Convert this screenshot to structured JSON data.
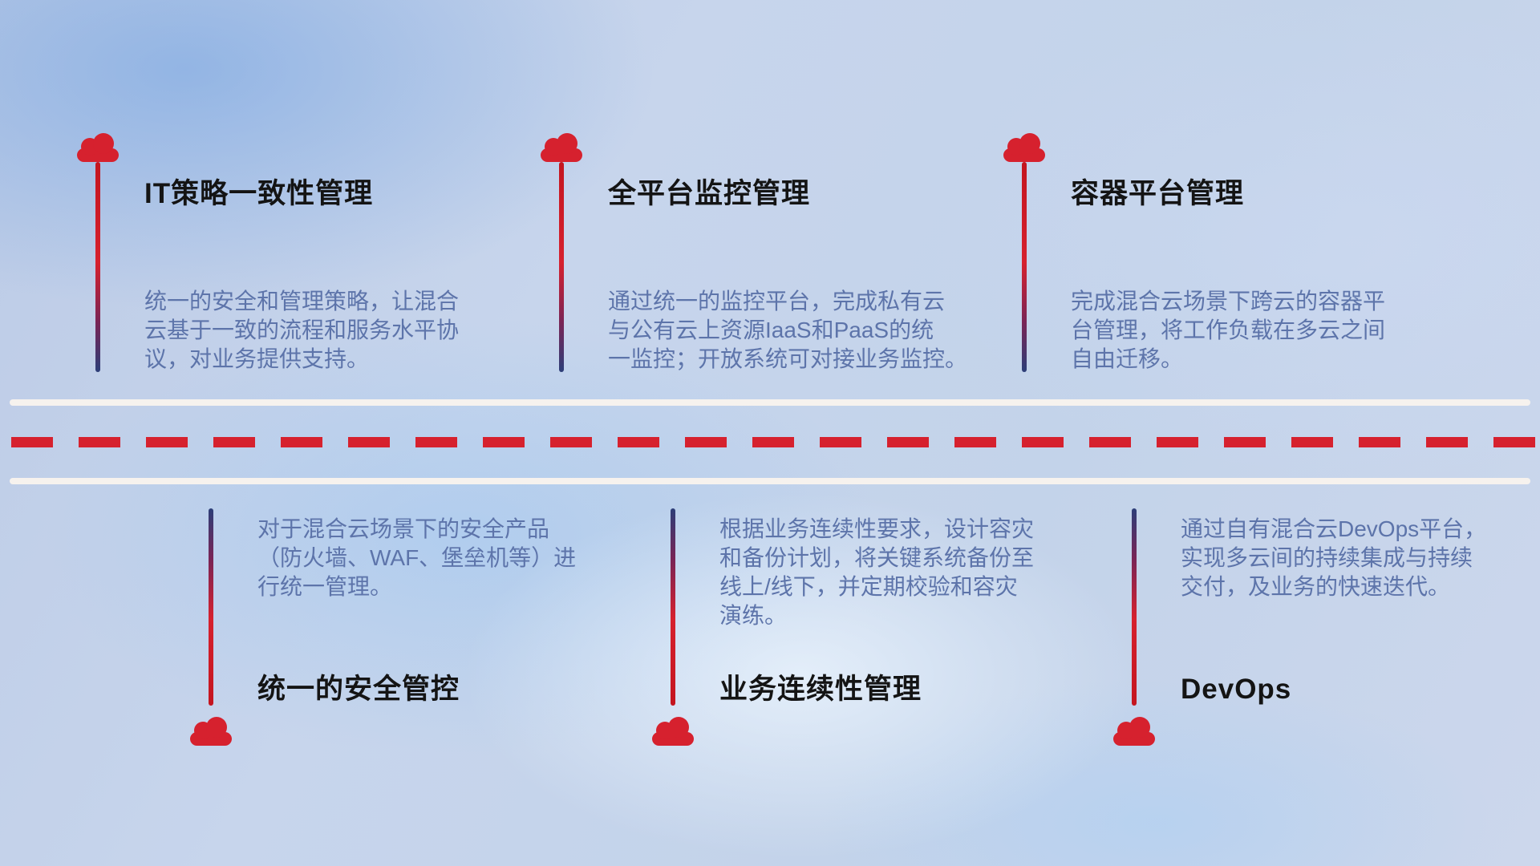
{
  "top_items": [
    {
      "title": "IT策略一致性管理",
      "description": "统一的安全和管理策略，让混合\n云基于一致的流程和服务水平协\n议，对业务提供支持。"
    },
    {
      "title": "全平台监控管理",
      "description": "通过统一的监控平台，完成私有云\n与公有云上资源IaaS和PaaS的统\n一监控；开放系统可对接业务监控。"
    },
    {
      "title": "容器平台管理",
      "description": "完成混合云场景下跨云的容器平\n台管理，将工作负载在多云之间\n自由迁移。"
    }
  ],
  "bottom_items": [
    {
      "title": "统一的安全管控",
      "description": "对于混合云场景下的安全产品\n（防火墙、WAF、堡垒机等）进\n行统一管理。"
    },
    {
      "title": "业务连续性管理",
      "description": "根据业务连续性要求，设计容灾\n和备份计划，将关键系统备份至\n线上/线下，并定期校验和容灾\n演练。"
    },
    {
      "title": "DevOps",
      "description": "通过自有混合云DevOps平台，\n实现多云间的持续集成与持续\n交付，及业务的快速迭代。"
    }
  ],
  "colors": {
    "dash_red": "#d6212e",
    "line_red": "#c4151f",
    "line_navy": "#2c3e78",
    "title_color": "#141414",
    "description_color": "#5d74aa",
    "road_white": "#f6f2ee"
  }
}
